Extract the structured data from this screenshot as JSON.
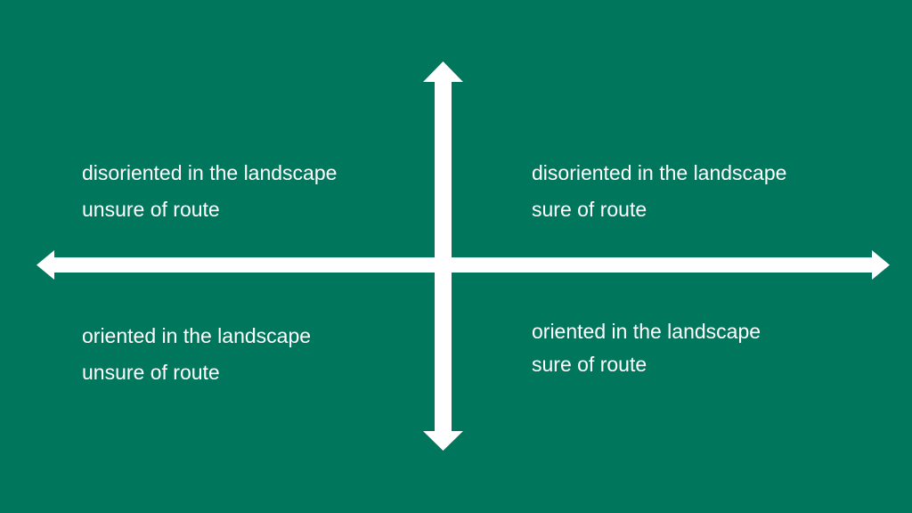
{
  "colors": {
    "background": "#00765c",
    "foreground": "#ffffff"
  },
  "quadrants": {
    "top_left": {
      "line1": "disoriented in the landscape",
      "line2": "unsure of route"
    },
    "top_right": {
      "line1": "disoriented in the landscape",
      "line2": "sure of route"
    },
    "bottom_left": {
      "line1": "oriented in the landscape",
      "line2": "unsure of route"
    },
    "bottom_right": {
      "line1": "oriented in the landscape",
      "line2": "sure of route"
    }
  }
}
